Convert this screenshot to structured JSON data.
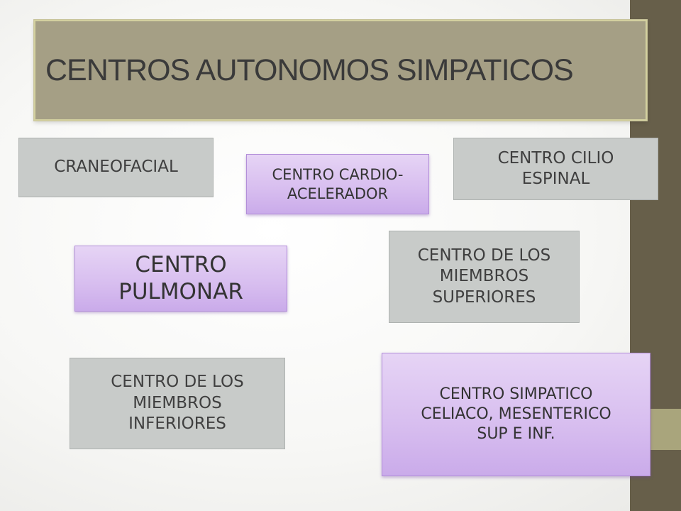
{
  "title": "CENTROS AUTONOMOS SIMPATICOS",
  "boxes": {
    "craneofacial": "CRANEOFACIAL",
    "cardio": "CENTRO CARDIO- ACELERADOR",
    "cilio": "CENTRO CILIO ESPINAL",
    "pulmonar": "CENTRO PULMONAR",
    "superiores": "CENTRO DE LOS MIEMBROS SUPERIORES",
    "inferiores": "CENTRO DE LOS MIEMBROS INFERIORES",
    "celiaco": "CENTRO SIMPATICO CELIACO, MESENTERICO SUP E INF."
  },
  "colors": {
    "sidebar": "#675f4a",
    "sidebar_accent": "#a9a57c",
    "title_bg": "#a59f85",
    "gray_box": "#c8cbc9",
    "purple_box": "#d7bdef"
  }
}
